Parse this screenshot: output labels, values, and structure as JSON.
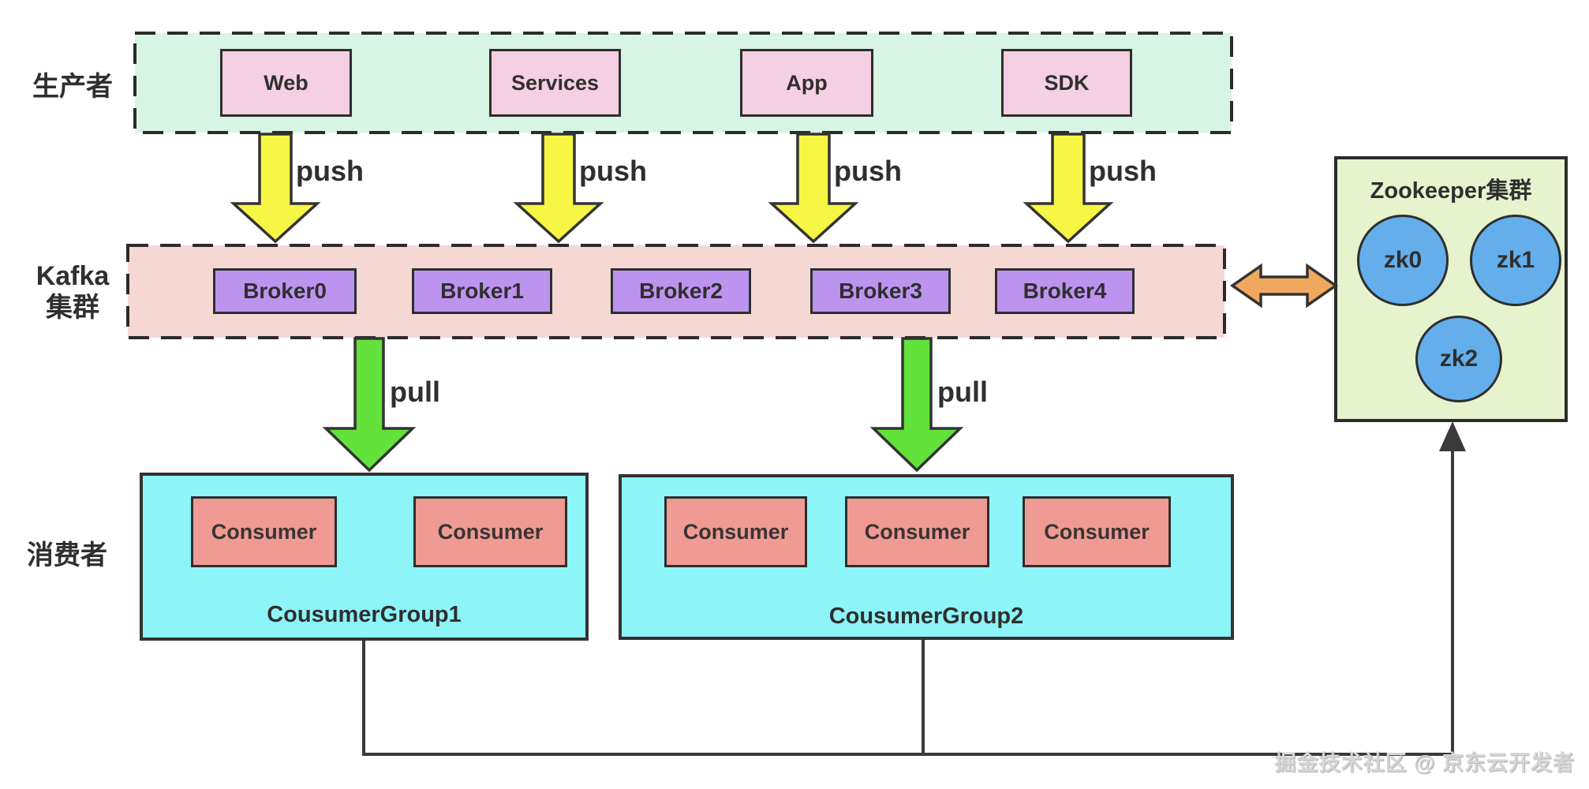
{
  "producers": {
    "section_label": "生产者",
    "boxes": [
      {
        "label": "Web"
      },
      {
        "label": "Services"
      },
      {
        "label": "App"
      },
      {
        "label": "SDK"
      }
    ]
  },
  "push_label": "push",
  "kafka": {
    "section_label_line1": "Kafka",
    "section_label_line2": "集群",
    "brokers": [
      {
        "label": "Broker0"
      },
      {
        "label": "Broker1"
      },
      {
        "label": "Broker2"
      },
      {
        "label": "Broker3"
      },
      {
        "label": "Broker4"
      }
    ]
  },
  "pull_label": "pull",
  "consumers": {
    "section_label": "消费者",
    "groups": [
      {
        "name": "CousumerGroup1",
        "members": [
          {
            "label": "Consumer"
          },
          {
            "label": "Consumer"
          }
        ]
      },
      {
        "name": "CousumerGroup2",
        "members": [
          {
            "label": "Consumer"
          },
          {
            "label": "Consumer"
          },
          {
            "label": "Consumer"
          }
        ]
      }
    ]
  },
  "zookeeper": {
    "title": "Zookeeper集群",
    "nodes": [
      {
        "label": "zk0"
      },
      {
        "label": "zk1"
      },
      {
        "label": "zk2"
      }
    ]
  },
  "watermark": "掘金技术社区 @ 京东云开发者",
  "colors": {
    "producer_container": "#d6f5e4",
    "producer_box": "#f5cfe3",
    "kafka_container": "#f5d7d3",
    "broker_box": "#bd93f0",
    "consumer_group": "#8df4f7",
    "consumer_box": "#ef9a92",
    "zookeeper_container": "#e6f3cd",
    "zk_node": "#64aeeb",
    "push_arrow": "#f7f645",
    "pull_arrow": "#62e23a",
    "sync_arrow": "#f0a85f",
    "line": "#3a3a3a"
  }
}
